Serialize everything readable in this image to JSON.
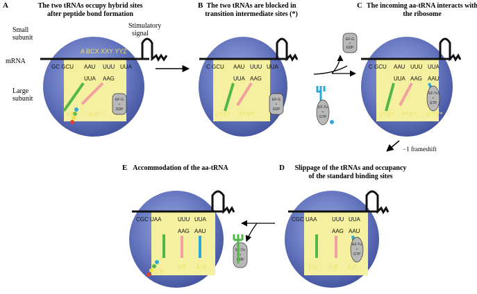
{
  "colors": {
    "ribosome_dark": "#3f4f9a",
    "ribosome_light": "#8fa0d8",
    "site_box": "#f5f0a0",
    "trna_green": "#4fb848",
    "trna_pink": "#f0a0a0",
    "trna_cyan": "#2ea8d8",
    "factor_gray": "#b8b8b8",
    "mrna": "#111111"
  },
  "labels": {
    "small_subunit": [
      "Small",
      "subunit"
    ],
    "mrna": "mRNA",
    "large_subunit": [
      "Large",
      "subunit"
    ],
    "stimulatory": [
      "Stimulatory",
      "signal"
    ],
    "frameshift": "−1 frameshift"
  },
  "panels": {
    "A": {
      "letter": "A",
      "title": [
        "The two tRNAs occupy hybrid sites",
        "after peptide bond formation"
      ],
      "seq_top": "A  BCX  XXY YYZ",
      "codons": "GC GCU",
      "anticodon_green": "AAU",
      "anticodon_green_b": "UUA",
      "anticodon_pink": "UUU",
      "anticodon_pink_b": "AAG",
      "codon_right": "UUA",
      "sites": [
        "P/E*",
        "A/P*"
      ],
      "factor": [
        "EF-G",
        "•",
        "GDP"
      ]
    },
    "B": {
      "letter": "B",
      "title": [
        "The two tRNAs are blocked in",
        "transition intermediate sites (*)"
      ],
      "codons": "C GCU",
      "anticodon_green": "AAU",
      "anticodon_green_b": "UUA",
      "anticodon_pink": "UUU",
      "anticodon_pink_b": "AAG",
      "codon_right": "UUA",
      "sites": [
        "E*/E*",
        "P*/P*"
      ],
      "factor": [
        "EF-G",
        "•",
        "GDP"
      ]
    },
    "C": {
      "letter": "C",
      "title": [
        "The incoming aa-tRNA interacts with",
        "the ribosome"
      ],
      "codons": "C GCU",
      "anticodon_green": "AAU",
      "anticodon_green_b": "UUA",
      "anticodon_pink": "UUU",
      "anticodon_pink_b": "AAG",
      "anticodon_cyan": "UUA",
      "anticodon_cyan_b": "AAU",
      "sites": [
        "E*/E*",
        "P*/P*",
        "A*/T*"
      ],
      "factor": [
        "EF-Tu",
        "•",
        "GTP"
      ]
    },
    "D": {
      "letter": "D",
      "title": [
        "Slippage of the tRNAs and occupancy",
        "of the standard binding sites"
      ],
      "codons": "CGC UAA",
      "anticodon_green": "UUU",
      "anticodon_green_b": "AAG",
      "anticodon_pink": "UUA",
      "anticodon_pink_b": "AAU",
      "sites": [
        "E/E",
        "P/P",
        "A/T"
      ],
      "factor": [
        "EF-Tu",
        "•",
        "GTP"
      ]
    },
    "E": {
      "letter": "E",
      "title": [
        "Accommodation of the aa-tRNA"
      ],
      "codons": "CGC UAA",
      "anticodon_green": "UUU",
      "anticodon_green_b": "AAG",
      "anticodon_pink": "UUA",
      "anticodon_pink_b": "AAU",
      "sites": [
        "E/E",
        "P/P",
        "A/A"
      ],
      "released_factor": [
        "EF-Tu",
        "•",
        "GDP"
      ]
    },
    "released_efg": [
      "EF-G",
      "•",
      "GDP"
    ],
    "incoming_eftu": [
      "EF-Tu",
      "•",
      "GTP"
    ]
  }
}
